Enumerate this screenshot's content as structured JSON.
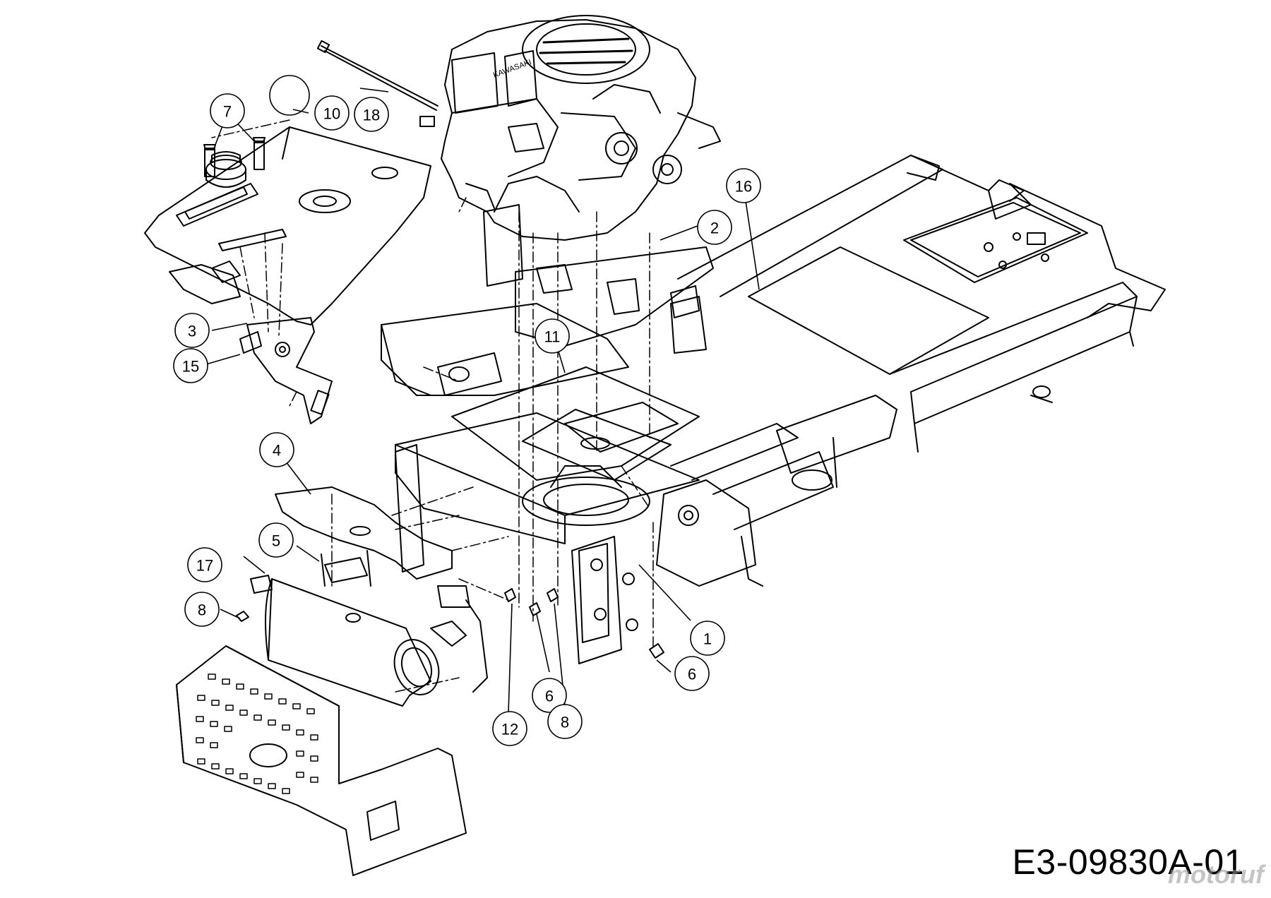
{
  "diagram": {
    "drawing_code": "E3-09830A-01",
    "watermark": "motoruf",
    "callouts": [
      "1",
      "2",
      "3",
      "4",
      "5",
      "6",
      "6",
      "7",
      "8",
      "8",
      "10",
      "11",
      "12",
      "15",
      "16",
      "17",
      "18"
    ],
    "engine_badge": "KAWASAKI"
  },
  "colors": {
    "line": "#000000",
    "background": "#ffffff",
    "watermark": "#969696"
  }
}
